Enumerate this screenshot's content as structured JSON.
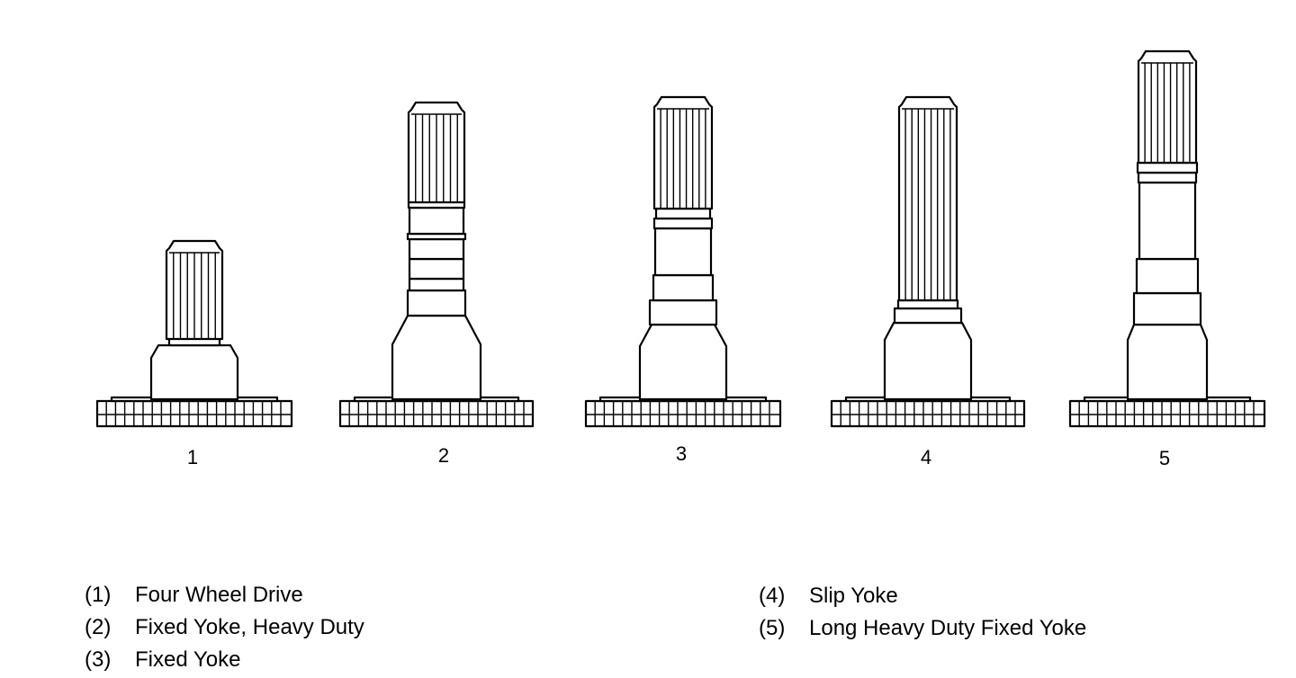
{
  "diagram": {
    "shafts": [
      {
        "number": "1",
        "name": "Four Wheel Drive"
      },
      {
        "number": "2",
        "name": "Fixed Yoke, Heavy Duty"
      },
      {
        "number": "3",
        "name": "Fixed Yoke"
      },
      {
        "number": "4",
        "name": "Slip Yoke"
      },
      {
        "number": "5",
        "name": "Long Heavy Duty Fixed Yoke"
      }
    ]
  },
  "legend": {
    "left": [
      {
        "key": "(1)",
        "text": "Four Wheel Drive"
      },
      {
        "key": "(2)",
        "text": "Fixed Yoke, Heavy Duty"
      },
      {
        "key": "(3)",
        "text": "Fixed Yoke"
      }
    ],
    "right": [
      {
        "key": "(4)",
        "text": "Slip Yoke"
      },
      {
        "key": "(5)",
        "text": "Long Heavy Duty Fixed Yoke"
      }
    ]
  }
}
